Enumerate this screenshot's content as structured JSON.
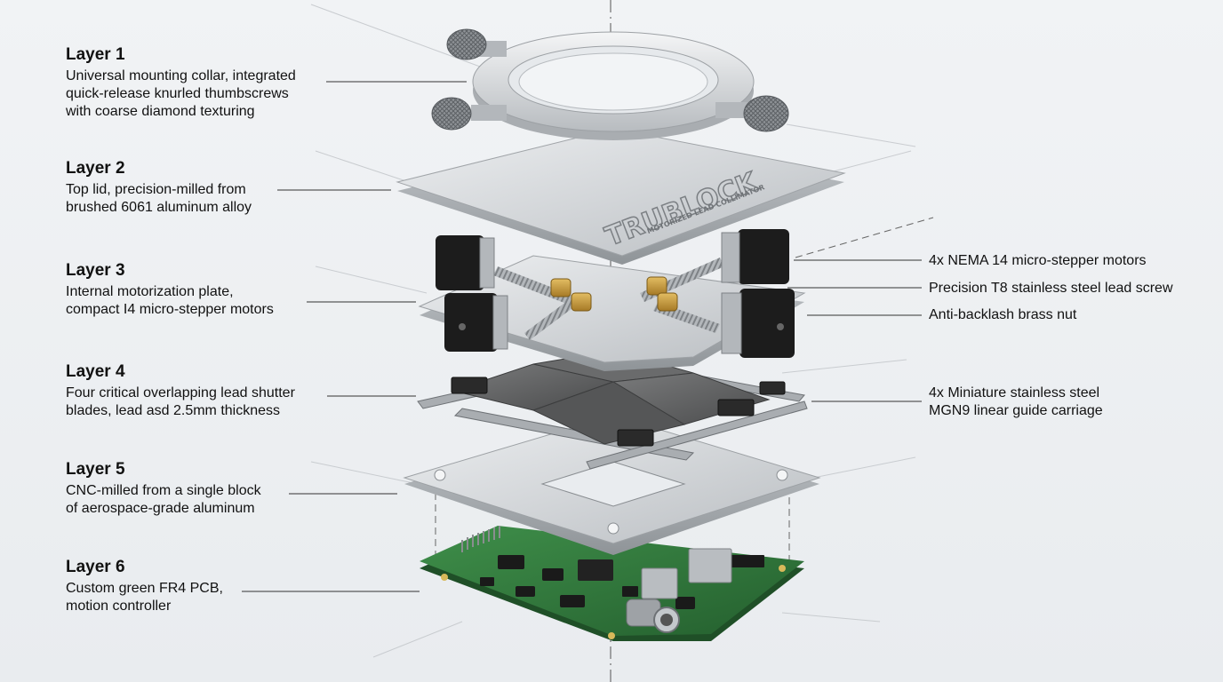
{
  "layers": [
    {
      "title": "Layer 1",
      "description": "Universal mounting collar, integrated\nquick-release knurled thumbscrews\nwith coarse diamond texturing"
    },
    {
      "title": "Layer 2",
      "description": "Top lid, precision-milled from\nbrushed 6061 aluminum alloy"
    },
    {
      "title": "Layer 3",
      "description": "Internal motorization plate,\ncompact I4 micro-stepper motors"
    },
    {
      "title": "Layer 4",
      "description": "Four critical overlapping lead shutter\nblades, lead asd 2.5mm thickness"
    },
    {
      "title": "Layer 5",
      "description": "CNC-milled from a single block\nof aerospace-grade aluminum"
    },
    {
      "title": "Layer 6",
      "description": "Custom green FR4 PCB,\nmotion controller"
    }
  ],
  "callouts": [
    {
      "text": "4x NEMA 14 micro-stepper motors"
    },
    {
      "text": "Precision T8 stainless steel lead screw"
    },
    {
      "text": "Anti-backlash brass nut"
    },
    {
      "text": "4x Miniature stainless steel\nMGN9 linear guide carriage"
    }
  ],
  "lid_engraving": {
    "brand": "TRUBLOCK",
    "subtitle": "MOTORIZED LEAD COLLIMATOR"
  },
  "colors": {
    "aluminum": "#d3d6d9",
    "aluminum_dark": "#a9adb1",
    "motor_black": "#1c1c1c",
    "brass": "#c79a3a",
    "lead_gray": "#5e5f60",
    "pcb_green": "#2f7a3a",
    "leader_line": "#333333"
  }
}
